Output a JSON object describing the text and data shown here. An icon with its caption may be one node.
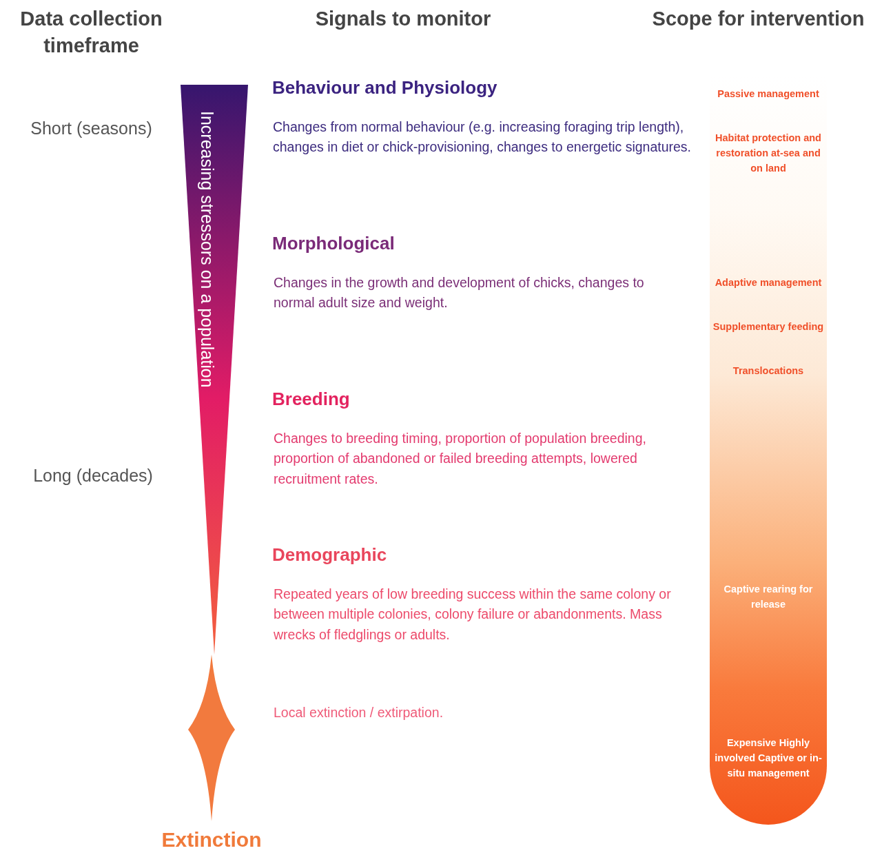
{
  "diagram": {
    "nodes": [
      {
        "text": [
          "Increasing stressors on a population"
        ]
      },
      {
        "text": [],
        "shape": "diamond",
        "beside": [
          "Extinction"
        ]
      },
      {
        "text": [
          "Passive management",
          "Habitat protection and restoration at-sea and on land",
          "Adaptive management",
          "Supplementary feeding",
          "Translocations",
          "Captive rearing for release",
          "Expensive Highly involved Captive or in-situ management"
        ]
      }
    ],
    "edges": [],
    "labels": [
      "Data collection timeframe",
      "Signals to monitor",
      "Scope for intervention",
      "Behaviour and Physiology",
      "Short (seasons)",
      "Changes from normal behaviour (e.g. increasing foraging trip length), changes in diet or chick-provisioning, changes to energetic signatures.",
      "Morphological",
      "Changes in the growth and development of chicks, changes to normal adult size and weight.",
      "Breeding",
      "Long (decades)",
      "Changes to breeding timing, proportion of population breeding, proportion of abandoned or failed breeding attempts, lowered recruitment rates.",
      "Demographic",
      "Repeated years of low breeding success within the same colony or between multiple colonies, colony failure or abandonments. Mass wrecks of fledglings or adults.",
      "Local extinction / extirpation."
    ]
  }
}
